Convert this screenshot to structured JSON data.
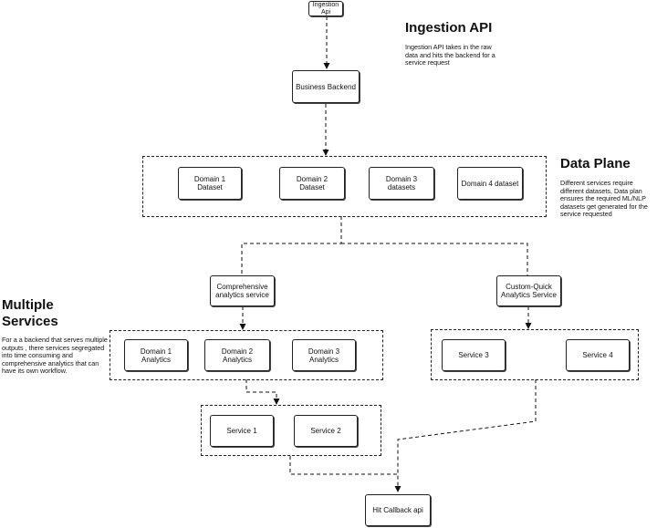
{
  "nodes": {
    "ingestion_api": "Ingestion Api",
    "business_backend": "Business Backend",
    "domain1_dataset": "Domain 1 Dataset",
    "domain2_dataset": "Domain 2 Dataset",
    "domain3_datasets": "Domain 3 datasets",
    "domain4_dataset": "Domain 4 dataset",
    "comprehensive_service": "Comprehensive analytics service",
    "custom_quick_service": "Custom-Quick Analytics Service",
    "domain1_analytics": "Domain 1 Analytics",
    "domain2_analytics": "Domain 2 Analytics",
    "domain3_analytics": "Domain 3 Analytics",
    "service3": "Service 3",
    "service4": "Service 4",
    "service1": "Service 1",
    "service2": "Service 2",
    "hit_callback": "Hit Callback api"
  },
  "annotations": {
    "ingestion_title": "Ingestion API",
    "ingestion_text": "Ingestion API takes in the raw data and hits the backend for a service request",
    "data_plane_title": "Data Plane",
    "data_plane_text": "Different services require different datasets, Data plan ensures the required ML/NLP datasets get generated for the service requested",
    "multiple_services_title": "Multiple Services",
    "multiple_services_text": "For a a backend that serves multiple outputs , there services segregated into time consuming and comprehensive analytics that can have its own workflow."
  }
}
